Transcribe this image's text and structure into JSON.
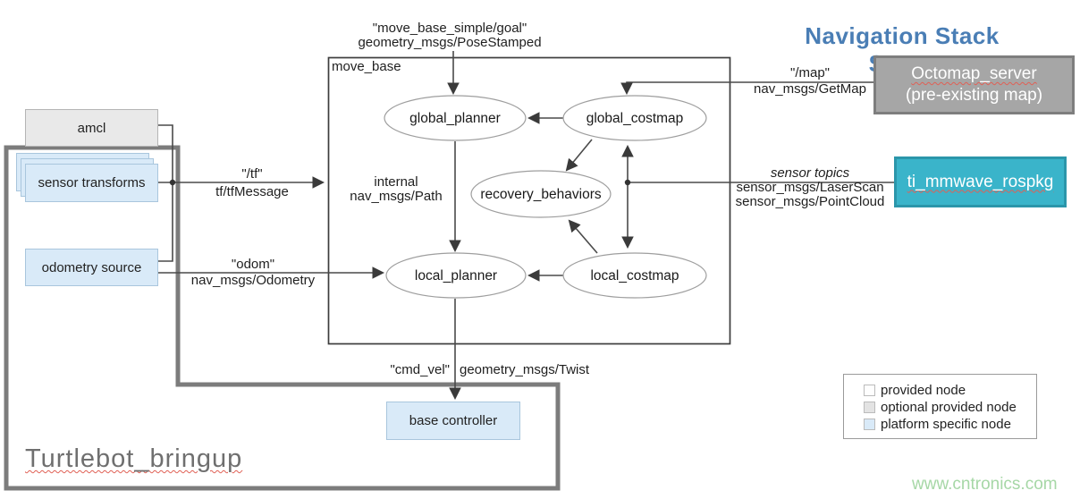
{
  "title": "Navigation Stack Setup",
  "watermark": "www.cntronics.com",
  "outer_label": "Turtlebot_bringup",
  "move_base": {
    "label": "move_base",
    "internal_line1": "internal",
    "internal_line2": "nav_msgs/Path"
  },
  "nodes": {
    "amcl": "amcl",
    "sensor_transforms": "sensor transforms",
    "odometry_source": "odometry source",
    "base_controller": "base controller",
    "octomap_line1": "Octomap_server",
    "octomap_line2": "(pre-existing map)",
    "ti_mmwave": "ti_mmwave_rospkg",
    "global_planner": "global_planner",
    "global_costmap": "global_costmap",
    "recovery_behaviors": "recovery_behaviors",
    "local_planner": "local_planner",
    "local_costmap": "local_costmap"
  },
  "edges": {
    "goal_line1": "\"move_base_simple/goal\"",
    "goal_line2": "geometry_msgs/PoseStamped",
    "map_line1": "\"/map\"",
    "map_line2": "nav_msgs/GetMap",
    "tf_line1": "\"/tf\"",
    "tf_line2": "tf/tfMessage",
    "odom_line1": "\"odom\"",
    "odom_line2": "nav_msgs/Odometry",
    "sensor_line1": "sensor topics",
    "sensor_line2": "sensor_msgs/LaserScan",
    "sensor_line3": "sensor_msgs/PointCloud",
    "cmd_vel_left": "\"cmd_vel\"",
    "cmd_vel_right": "geometry_msgs/Twist"
  },
  "legend": {
    "items": [
      {
        "label": "provided node",
        "swatch_style": "background-color:#fefefe"
      },
      {
        "label": "optional provided node",
        "swatch_style": "background-color:#e3e3e3"
      },
      {
        "label": "platform specific node",
        "swatch_style": "background-color:#d9eaf8"
      }
    ]
  },
  "colors": {
    "title_blue": "#4a7eb5",
    "node_blue_fill": "#d9eaf8",
    "node_gray_fill": "#e9e9e9",
    "octomap_gray": "#a6a6a6",
    "mmwave_teal": "#3ab4ca",
    "frame_gray": "#7c7c7c",
    "connector_dark": "#3a3a3a",
    "spellcheck_red": "#e06055",
    "watermark_green": "#a6d7a6"
  }
}
